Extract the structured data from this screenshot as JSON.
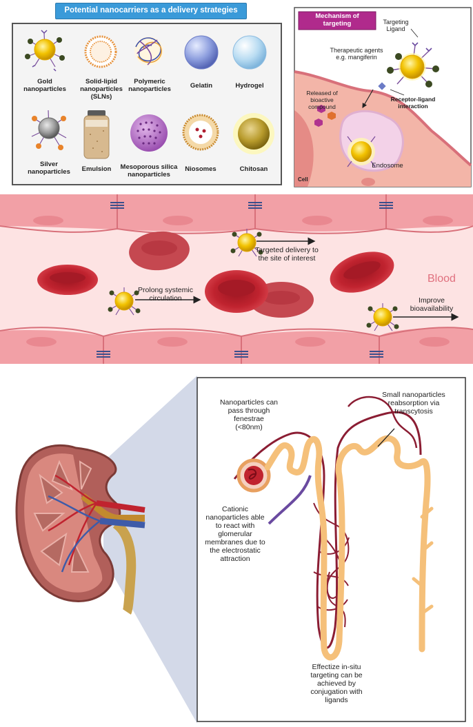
{
  "nanocarriers": {
    "title": "Potential nanocarriers as a delivery  strategies",
    "items": [
      {
        "label": "Gold nanoparticles",
        "icon": "gold-nanoparticle-icon"
      },
      {
        "label": "Solid-lipid nanoparticles (SLNs)",
        "icon": "sln-icon"
      },
      {
        "label": "Polymeric nanoparticles",
        "icon": "polymeric-nanoparticle-icon"
      },
      {
        "label": "Gelatin",
        "icon": "gelatin-sphere-icon"
      },
      {
        "label": "Hydrogel",
        "icon": "hydrogel-sphere-icon"
      },
      {
        "label": "Silver nanoparticles",
        "icon": "silver-nanoparticle-icon"
      },
      {
        "label": "Emulsion",
        "icon": "emulsion-jar-icon"
      },
      {
        "label": "Mesoporous silica nanoparticles",
        "icon": "mesoporous-silica-icon"
      },
      {
        "label": "Niosomes",
        "icon": "niosome-icon"
      },
      {
        "label": "Chitosan",
        "icon": "chitosan-sphere-icon"
      }
    ]
  },
  "mechanism": {
    "title": "Mechanism of targeting",
    "targeting_ligand": "Targeting Ligand",
    "therapeutic_agents": "Therapeutic agents e.g. mangiferin",
    "released": "Released of bioactive compound",
    "receptor_ligand": "Receptor-ligand interaction",
    "endosome": "Endosome",
    "cell": "Cell"
  },
  "blood": {
    "label": "Blood",
    "targeted_delivery": "Targeted delivery to the site of interest",
    "prolong": "Prolong systemic circulation",
    "bioavailability": "Improve bioavailability"
  },
  "kidney": {
    "fenestrae": "Nanoparticles can pass through fenestrae (<80nm)",
    "transcytosis": "Small nanoparticles reabsorption via transcytosis",
    "cationic": "Cationic nanoparticles able to react with glomerular membranes due to the electrostatic attraction",
    "effective": "Effectize in-situ targeting  can be achieved by conjugation with  ligands"
  },
  "colors": {
    "title_bar": "#3a9ad9",
    "mechanism_title": "#b02a8c",
    "blood_wall": "#f2a0a6",
    "blood_lumen": "#fde3e3",
    "rbc": "#c0232f",
    "gold": "#f2c200",
    "tubule": "#f5c07a",
    "vessel": "#8b1d33"
  }
}
